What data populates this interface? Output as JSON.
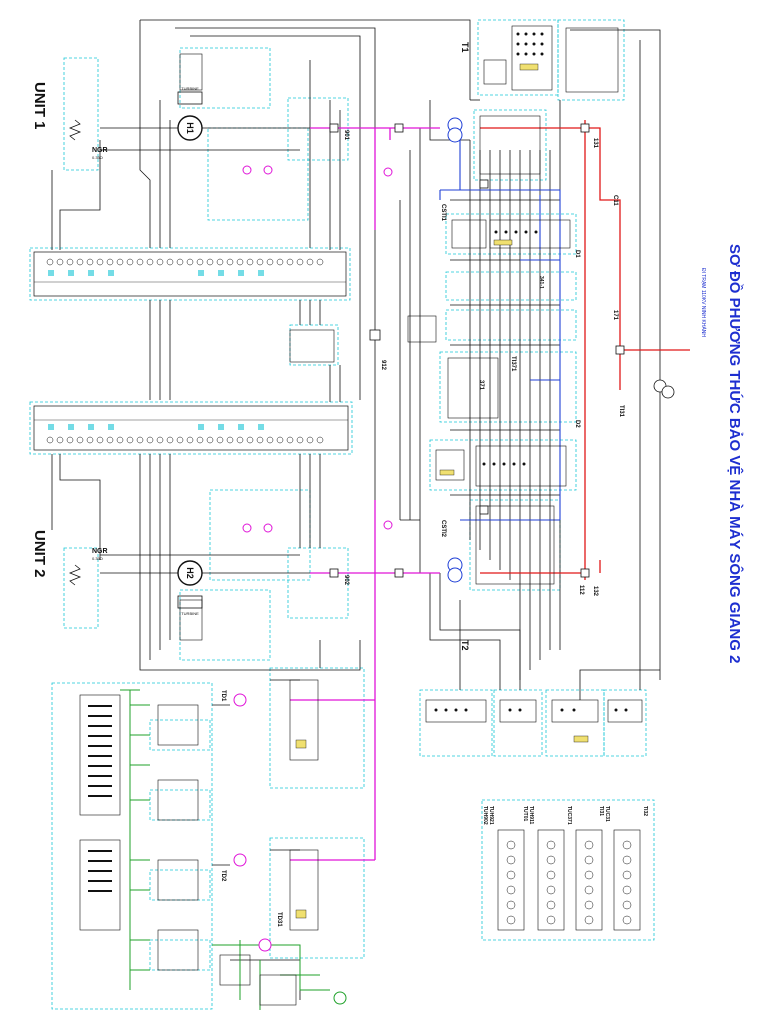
{
  "title": "SƠ ĐỒ PHƯƠNG THỨC BẢO VỆ NHÀ MÁY SÔNG GIANG 2",
  "subtitle": "ĐI TRẠM 110KV NINH KHÁNH",
  "units": {
    "unit1": "UNIT 1",
    "unit2": "UNIT 2"
  },
  "generators": {
    "h1": "H1",
    "h2": "H2",
    "turbine": "TURBINE"
  },
  "transformers": {
    "t1": "T1",
    "t2": "T2",
    "td1": "TD1",
    "td2": "TD2",
    "td31": "TD31"
  },
  "ngr": {
    "label": "NGR",
    "value": "0.35Ω"
  },
  "line_label": "C11",
  "labels": {
    "ti371": "TI371",
    "ti31": "TI31",
    "csti1": "CSTI1",
    "csti2": "CSTI2",
    "b12": "112",
    "b171": "171",
    "l131": "131",
    "l132": "132",
    "l912": "912",
    "l901": "901",
    "l902": "902",
    "l341": "341-1",
    "l371": "371",
    "bus_d1": "D1",
    "bus_d2": "D2"
  },
  "legend_items": [
    "TUH921",
    "TUH911",
    "TUC371",
    "TUC31",
    "TUH902",
    "TUT01",
    "TI31",
    "TI32"
  ],
  "colors": {
    "line": "#111111",
    "blue": "#1f3fd6",
    "magenta": "#e014d8",
    "red": "#e01818",
    "green": "#1fa12a",
    "cyan": "#19c6d6",
    "title": "#1e2fd0"
  }
}
